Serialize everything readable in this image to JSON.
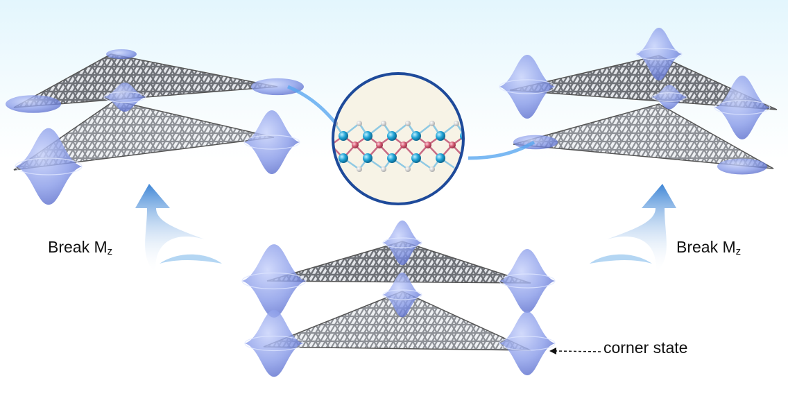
{
  "labels": {
    "break_left": {
      "main": "Break M",
      "sub": "z"
    },
    "break_right": {
      "main": "Break M",
      "sub": "z"
    },
    "corner_state": "corner state"
  },
  "colors": {
    "state_blue": "#7f93e6",
    "inset_border": "#1e4a9a",
    "inset_fill": "#f7f3e6",
    "atom_blue": "#1fa3d6",
    "atom_red": "#d45a73",
    "atom_white": "#e8e8e8",
    "arrow_blue": "#4a90d9"
  }
}
